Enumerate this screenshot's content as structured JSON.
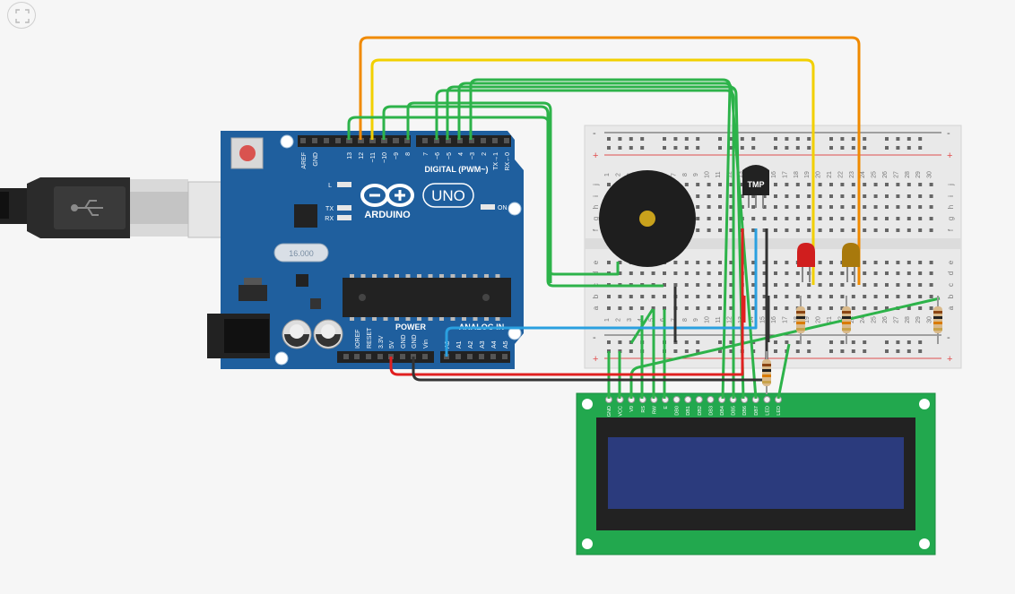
{
  "toolbar": {
    "fit_icon": "fit-to-view-icon"
  },
  "arduino": {
    "brand": "ARDUINO",
    "model": "UNO",
    "led_l": "L",
    "led_tx": "TX",
    "led_rx": "RX",
    "led_on": "ON",
    "digital_label": "DIGITAL (PWM~)",
    "digital_pins": [
      "AREF",
      "GND",
      "13",
      "12",
      "~11",
      "~10",
      "~9",
      "8",
      "7",
      "~6",
      "~5",
      "4",
      "~3",
      "2",
      "TX→1",
      "RX←0"
    ],
    "power_label": "POWER",
    "power_pins": [
      "IOREF",
      "RESET",
      "3.3V",
      "5V",
      "GND",
      "GND",
      "Vin"
    ],
    "analog_label": "ANALOG IN",
    "analog_pins": [
      "A0",
      "A1",
      "A2",
      "A3",
      "A4",
      "A5"
    ],
    "crystal": "16.000"
  },
  "breadboard": {
    "row_letters_top": [
      "j",
      "i",
      "h",
      "g",
      "f"
    ],
    "row_letters_bottom": [
      "e",
      "d",
      "c",
      "b",
      "a"
    ],
    "columns": [
      "1",
      "2",
      "3",
      "4",
      "5",
      "6",
      "7",
      "8",
      "9",
      "10",
      "11",
      "12",
      "13",
      "14",
      "15",
      "16",
      "17",
      "18",
      "19",
      "20",
      "21",
      "22",
      "23",
      "24",
      "25",
      "26",
      "27",
      "28",
      "29",
      "30"
    ],
    "plus": "+",
    "minus": "-"
  },
  "sensor": {
    "label": "TMP"
  },
  "lcd": {
    "pins": [
      "GND",
      "VCC",
      "V0",
      "RS",
      "RW",
      "E",
      "DB0",
      "DB1",
      "DB2",
      "DB3",
      "DB4",
      "DB5",
      "DB6",
      "DB7",
      "LED",
      "LED"
    ]
  },
  "colors": {
    "board": "#1f5f9e",
    "wire_green": "#2db34a",
    "wire_orange": "#f08a00",
    "wire_yellow": "#f2d000",
    "wire_blue": "#2aa0e0",
    "wire_red": "#e02020",
    "wire_black": "#333333",
    "lcd_pcb": "#22a84e",
    "lcd_screen": "#2b3b7d"
  }
}
